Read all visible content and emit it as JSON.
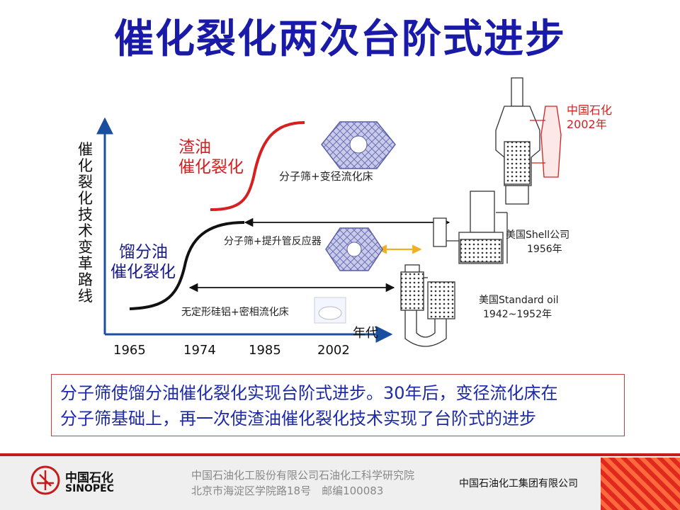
{
  "title": "催化裂化两次台阶式进步",
  "y_axis_label": "催化裂化技术变革路线",
  "x_axis_label": "年代",
  "years": [
    "1965",
    "1974",
    "1985",
    "2002"
  ],
  "stage_resid": {
    "line1": "渣油",
    "line2": "催化裂化"
  },
  "stage_distillate": {
    "line1": "馏分油",
    "line2": "催化裂化"
  },
  "tech_resid": "分子筛+变径流化床",
  "tech_molecular": "分子筛+提升管反应器",
  "tech_amorphous": "无定形硅铝+密相流化床",
  "unit_sinopec": {
    "line1": "中国石化",
    "line2": "2002年"
  },
  "unit_shell": {
    "line1": "美国Shell公司",
    "line2": "1956年"
  },
  "unit_standard": {
    "line1": "美国Standard oil",
    "line2": "1942~1952年"
  },
  "caption": {
    "line1": "分子筛使馏分油催化裂化实现台阶式进步。30年后，变径流化床在",
    "line2": "分子筛基础上，再一次使渣油催化裂化技术实现了台阶式的进步"
  },
  "footer": {
    "logo_cn": "中国石化",
    "logo_en": "SINOPEC",
    "org_line1": "中国石油化工股份有限公司石油化工科学研究院",
    "org_line2": "北京市海淀区学院路18号　邮编100083",
    "group": "中国石油化工集团有限公司"
  },
  "colors": {
    "title": "#1a1aa8",
    "resid": "#d62020",
    "distillate": "#1a1a8c",
    "axis": "#1a4fa0",
    "arrow_yellow": "#f0b020"
  }
}
